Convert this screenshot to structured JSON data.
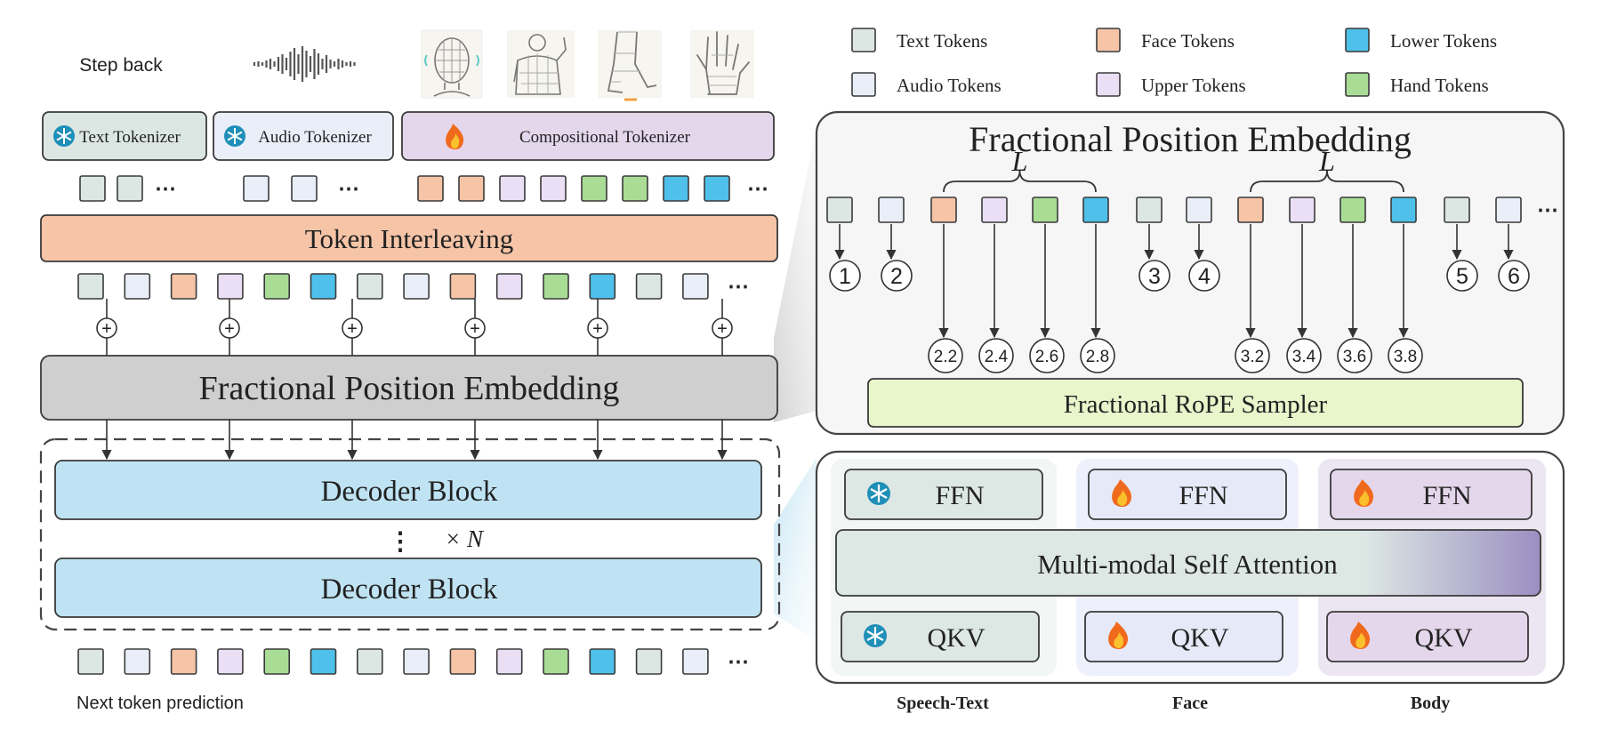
{
  "colors": {
    "text": "#dce7e4",
    "audio": "#e9eef9",
    "face": "#f6c4a7",
    "upper": "#eadff4",
    "lower": "#4ec0ea",
    "hand": "#a9dc95",
    "interleave": "#f6c4a7",
    "fpe": "#cfcfcf",
    "decoder": "#bfe3f3",
    "rope": "#e9f6cc",
    "comp_tokenizer": "#e4d7ec",
    "mmsa": "#dde7e4",
    "mmsa_end": "#9b8fc2",
    "stroke": "#3a3a3a"
  },
  "legend": [
    {
      "label": "Text Tokens",
      "token": "text"
    },
    {
      "label": "Face Tokens",
      "token": "face"
    },
    {
      "label": "Lower Tokens",
      "token": "lower"
    },
    {
      "label": "Audio Tokens",
      "token": "audio"
    },
    {
      "label": "Upper Tokens",
      "token": "upper"
    },
    {
      "label": "Hand Tokens",
      "token": "hand"
    }
  ],
  "inputs": {
    "step_back": "Step back",
    "icons": [
      "audio-waveform-icon",
      "face-mesh-icon",
      "upper-body-icon",
      "lower-body-icon",
      "hand-icon"
    ]
  },
  "tokenizers": {
    "text": "Text Tokenizer",
    "audio": "Audio Tokenizer",
    "compositional": "Compositional Tokenizer",
    "text_state": "snowflake-icon",
    "audio_state": "snowflake-icon",
    "compositional_state": "flame-icon"
  },
  "token_rows": {
    "tokenizer_out": {
      "text": [
        "text",
        "text"
      ],
      "audio": [
        "audio",
        "audio"
      ],
      "compositional": [
        "face",
        "face",
        "upper",
        "upper",
        "hand",
        "hand",
        "lower",
        "lower"
      ]
    },
    "interleaved": [
      "text",
      "audio",
      "face",
      "upper",
      "hand",
      "lower",
      "text",
      "audio",
      "face",
      "upper",
      "hand",
      "lower",
      "text",
      "audio"
    ],
    "prediction": [
      "text",
      "audio",
      "face",
      "upper",
      "hand",
      "lower",
      "text",
      "audio",
      "face",
      "upper",
      "hand",
      "lower",
      "text",
      "audio"
    ],
    "ellipsis": "⋯"
  },
  "blocks": {
    "interleaving": "Token Interleaving",
    "fpe": "Fractional Position Embedding",
    "decoder_1": "Decoder Block",
    "decoder_2": "Decoder Block",
    "repeat": "× N",
    "vdots": "⋮",
    "next_token": "Next token prediction",
    "plus": "+"
  },
  "fpe_detail": {
    "title": "Fractional Position Embedding",
    "group_label": "L",
    "tokens": [
      "text",
      "audio",
      "face",
      "upper",
      "hand",
      "lower",
      "text",
      "audio",
      "face",
      "upper",
      "hand",
      "lower",
      "text",
      "audio"
    ],
    "positions": [
      "1",
      "2",
      "2.2",
      "2.4",
      "2.6",
      "2.8",
      "3",
      "4",
      "3.2",
      "3.4",
      "3.6",
      "3.8",
      "5",
      "6"
    ],
    "sampler": "Fractional RoPE Sampler"
  },
  "attention_detail": {
    "ffn": "FFN",
    "qkv": "QKV",
    "mmsa": "Multi-modal Self Attention",
    "column_states": [
      "snowflake-icon",
      "flame-icon",
      "flame-icon"
    ],
    "columns": [
      "Speech-Text",
      "Face",
      "Body"
    ]
  }
}
